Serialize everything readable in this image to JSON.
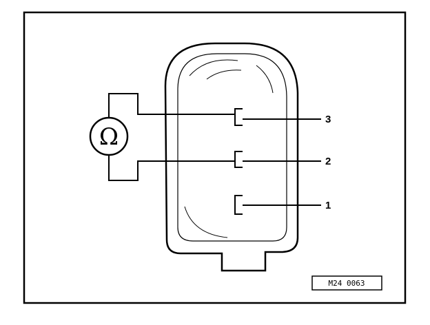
{
  "figure": {
    "meter_symbol": "Ω",
    "meter_icon": "ohmmeter-icon",
    "pins": [
      {
        "label": "3"
      },
      {
        "label": "2"
      },
      {
        "label": "1"
      }
    ],
    "reference_code": "M24 0063"
  }
}
